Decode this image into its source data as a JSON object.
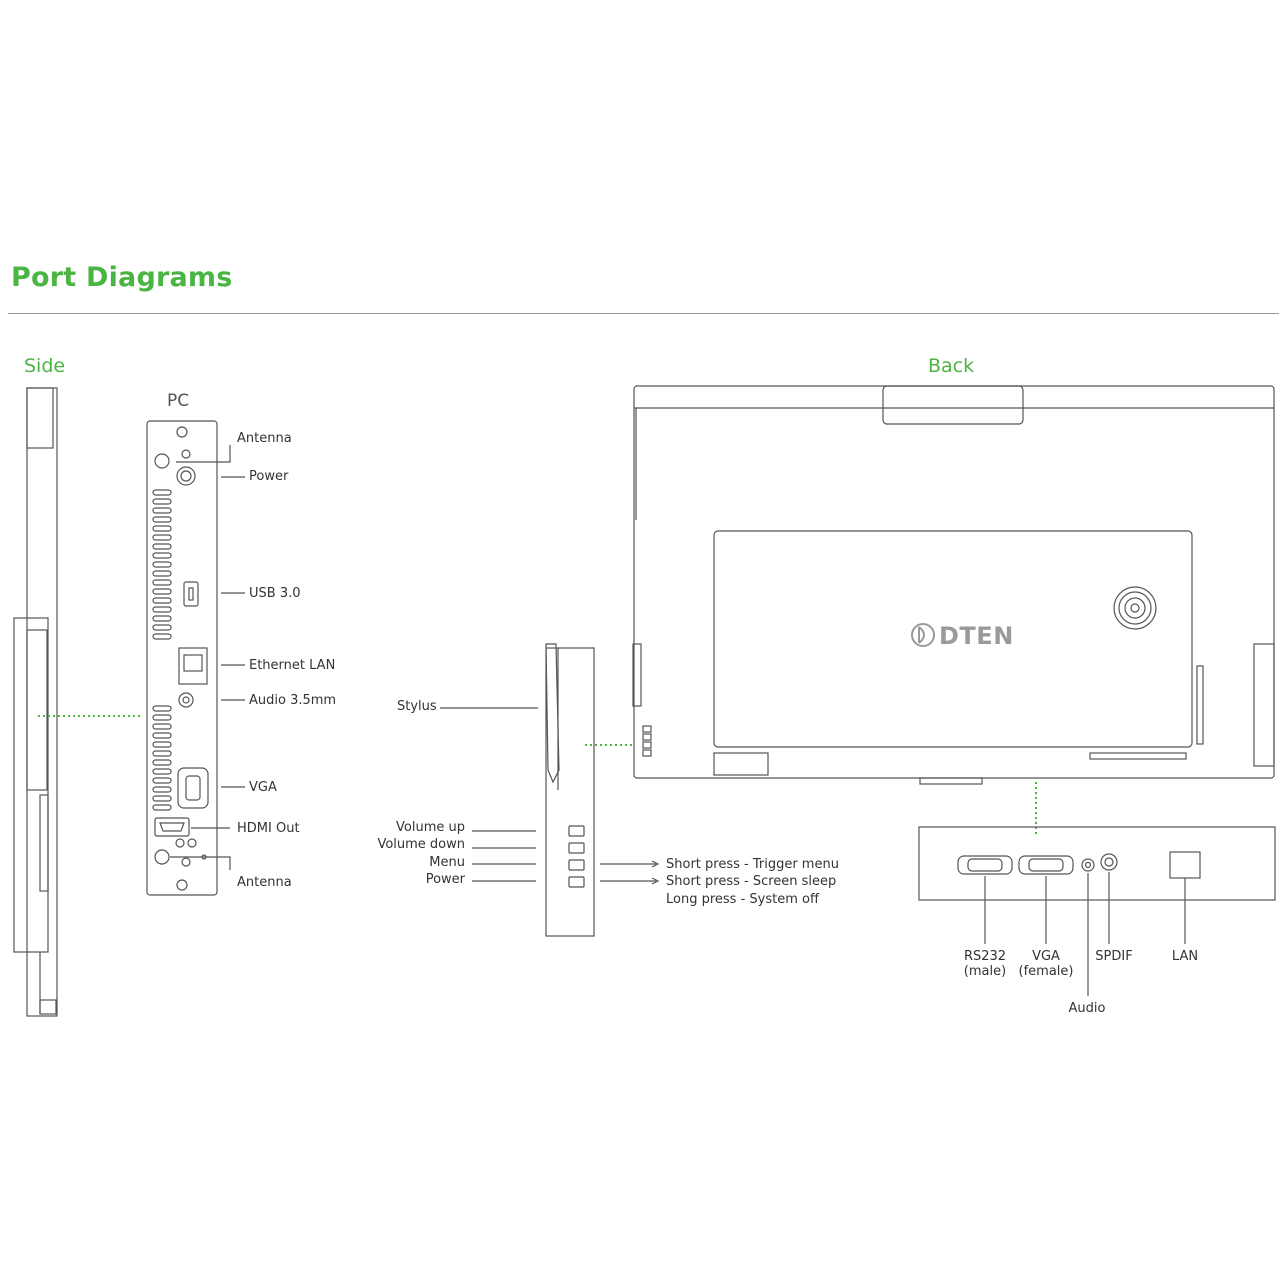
{
  "page": {
    "title": "Port Diagrams",
    "accent_color": "#4bb543",
    "line_color": "#555555"
  },
  "side": {
    "heading": "Side",
    "pc_heading": "PC",
    "labels": {
      "antenna_top": "Antenna",
      "power": "Power",
      "usb": "USB 3.0",
      "ethernet": "Ethernet LAN",
      "audio": "Audio 3.5mm",
      "vga": "VGA",
      "hdmi": "HDMI Out",
      "antenna_bottom": "Antenna"
    }
  },
  "middle": {
    "stylus": "Stylus",
    "buttons": [
      "Volume up",
      "Volume down",
      "Menu",
      "Power"
    ],
    "actions": [
      "Short press - Trigger menu",
      "Short press - Screen sleep",
      "Long press - System off"
    ]
  },
  "back": {
    "heading": "Back",
    "brand": "DTEN",
    "ports": {
      "rs232": "RS232",
      "rs232_sub": "(male)",
      "vga": "VGA",
      "vga_sub": "(female)",
      "spdif": "SPDIF",
      "lan": "LAN",
      "audio": "Audio"
    }
  }
}
